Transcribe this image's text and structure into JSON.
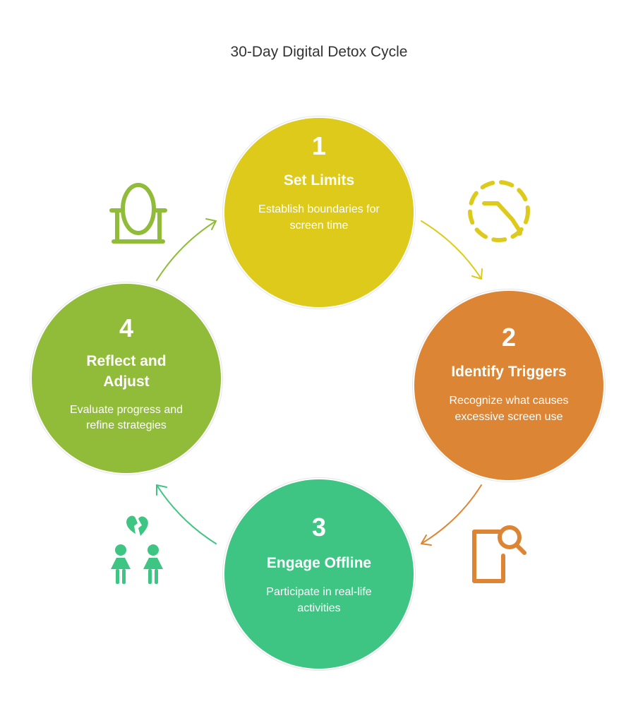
{
  "title": "30-Day Digital Detox Cycle",
  "colors": {
    "step1": "#DDCA1B",
    "step2": "#DC8534",
    "step3": "#3EC483",
    "step4": "#90BC3A"
  },
  "steps": [
    {
      "number": "1",
      "name": "Set Limits",
      "desc_line1": "Establish boundaries for",
      "desc_line2": "screen time",
      "icon": "clock-dashed-icon"
    },
    {
      "number": "2",
      "name": "Identify Triggers",
      "desc_line1": "Recognize what causes",
      "desc_line2": "excessive screen use",
      "icon": "phone-search-icon"
    },
    {
      "number": "3",
      "name": "Engage Offline",
      "desc_line1": "Participate in real-life",
      "desc_line2": "activities",
      "icon": "broken-heart-people-icon"
    },
    {
      "number": "4",
      "name_line1": "Reflect and",
      "name_line2": "Adjust",
      "desc_line1": "Evaluate progress and",
      "desc_line2": "refine strategies",
      "icon": "mirror-icon"
    }
  ]
}
